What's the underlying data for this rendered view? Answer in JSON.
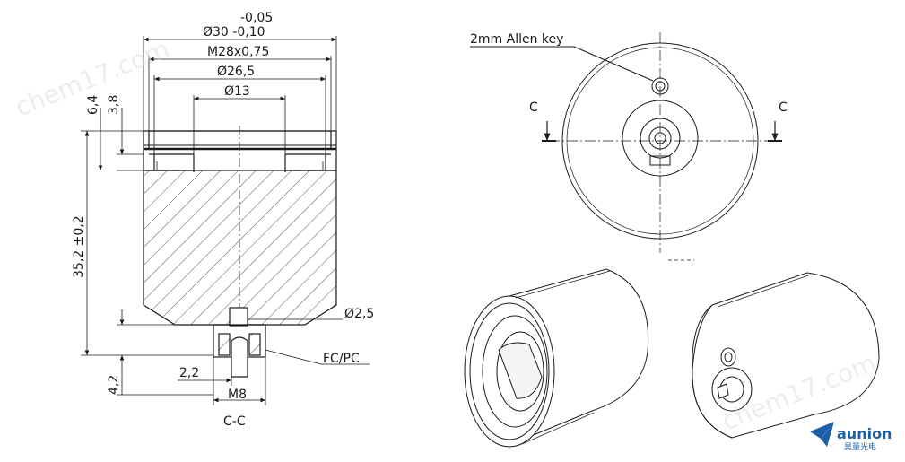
{
  "section_view": {
    "tol_upper": "-0,05",
    "dia_outer": "Ø30 -0,10",
    "thread": "M28x0,75",
    "dia_mid": "Ø26,5",
    "dia_inner": "Ø13",
    "dim_6_4": "6,4",
    "dim_3_8": "3,8",
    "dim_height": "35,2 ±0,2",
    "dim_4_2": "4,2",
    "dim_hole": "Ø2,5",
    "dim_2_2": "2,2",
    "connector_label": "FC/PC",
    "thread_bottom": "M8",
    "section_label": "C-C"
  },
  "top_view": {
    "allen_key_label": "2mm Allen key",
    "cut_left": "C",
    "cut_right": "C"
  },
  "watermarks": [
    "chem17.com",
    "chem17.com"
  ],
  "logo": {
    "brand": "aunion",
    "sub": "昊量光电"
  },
  "colors": {
    "line": "#1a1a1a",
    "logo": "#1f5fa8",
    "watermark": "#d9d9d9"
  }
}
